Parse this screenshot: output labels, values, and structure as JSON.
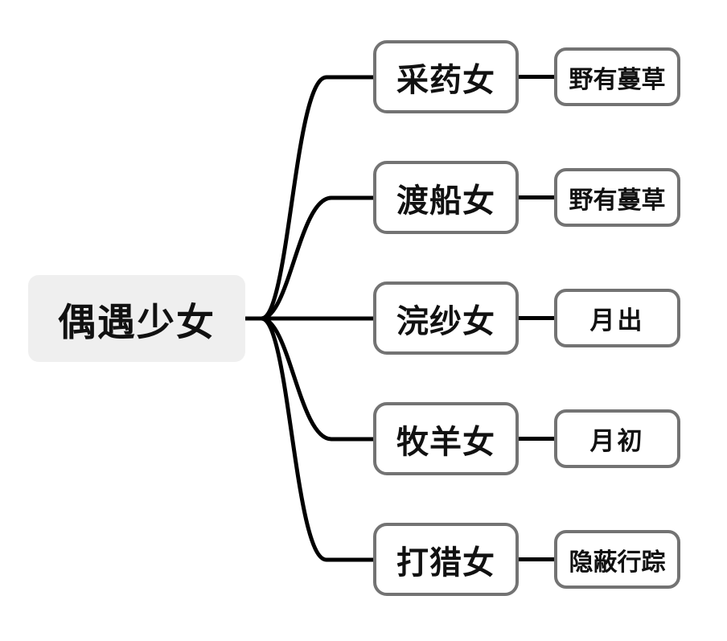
{
  "diagram": {
    "type": "mind-map",
    "title": "偶遇少女",
    "root": {
      "label": "偶遇少女",
      "fill": "#efefef",
      "text_color": "#111111"
    },
    "style": {
      "node_border_color": "#737373",
      "node_fill": "#ffffff",
      "edge_color": "#000000",
      "background": "#ffffff"
    },
    "branches": [
      {
        "label": "采药女",
        "leaf": "野有蔓草"
      },
      {
        "label": "渡船女",
        "leaf": "野有蔓草"
      },
      {
        "label": "浣纱女",
        "leaf": "月出"
      },
      {
        "label": "牧羊女",
        "leaf": "月初"
      },
      {
        "label": "打猎女",
        "leaf": "隐蔽行踪"
      }
    ]
  }
}
